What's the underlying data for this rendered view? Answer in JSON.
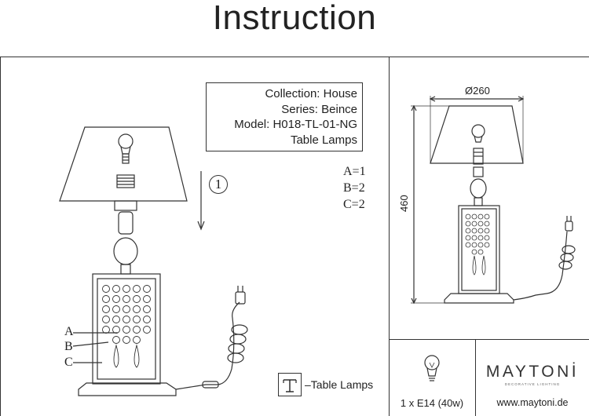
{
  "title": "Instruction",
  "info": {
    "collection": "Collection:  House",
    "series": "Series: Beince",
    "model": "Model: H018-TL-01-NG",
    "type": "Table Lamps"
  },
  "parts": [
    "A=1",
    "B=2",
    "C=2"
  ],
  "step_number": "1",
  "callouts": [
    "A",
    "B",
    "C"
  ],
  "legend_label": "–Table Lamps",
  "dimensions": {
    "diameter": "Ø260",
    "height": "460"
  },
  "bulb_spec": "1 x E14 (40w)",
  "brand": {
    "name": "MAYTONİ",
    "tagline": "DECORATIVE LIGHTING",
    "url": "www.maytoni.de"
  }
}
